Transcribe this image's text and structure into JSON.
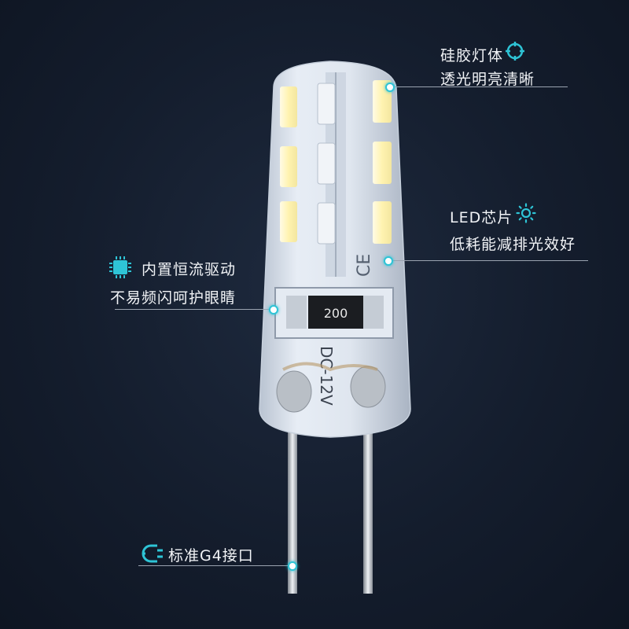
{
  "callouts": {
    "silicone": {
      "line1": "硅胶灯体",
      "line2": "透光明亮清晰",
      "icon": "crosshair-icon"
    },
    "led_chip": {
      "line1": "LED芯片",
      "line2": "低耗能减排光效好",
      "icon": "sun-icon"
    },
    "driver": {
      "line1": "内置恒流驱动",
      "line2": "不易频闪呵护眼睛",
      "icon": "chip-icon"
    },
    "base": {
      "line1": "标准G4接口",
      "icon": "plug-icon"
    }
  },
  "product_markings": {
    "resistor": "200",
    "voltage": "DC-12V",
    "cert": "CE"
  },
  "colors": {
    "accent": "#2ec4d6",
    "background": "#141d2d"
  }
}
